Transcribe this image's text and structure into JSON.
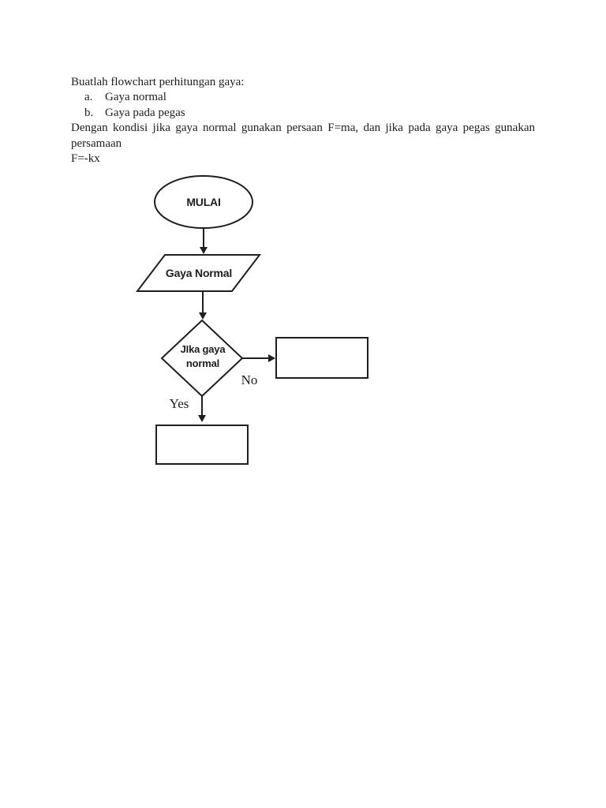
{
  "colors": {
    "page_background": "#ffffff",
    "text": "#1d1d1d",
    "flowchart_line": "#1f1f1f"
  },
  "document": {
    "intro_line": "Buatlah flowchart perhitungan gaya:",
    "list_items": [
      {
        "marker": "a.",
        "text": "Gaya normal"
      },
      {
        "marker": "b.",
        "text": "Gaya pada pegas"
      }
    ],
    "body_line1": "Dengan kondisi jika gaya normal gunakan persaan F=ma, dan jika pada gaya pegas gunakan persamaan",
    "body_line2": "F=-kx"
  },
  "flowchart": {
    "start": {
      "shape": "ellipse",
      "label": "MULAI"
    },
    "input": {
      "shape": "parallelogram",
      "label": "Gaya Normal"
    },
    "decision": {
      "shape": "diamond",
      "label_line1": "JIka gaya",
      "label_line2": "normal"
    },
    "branch_no": {
      "label": "No",
      "target": "empty-rectangle"
    },
    "branch_yes": {
      "label": "Yes",
      "target": "empty-rectangle"
    }
  }
}
